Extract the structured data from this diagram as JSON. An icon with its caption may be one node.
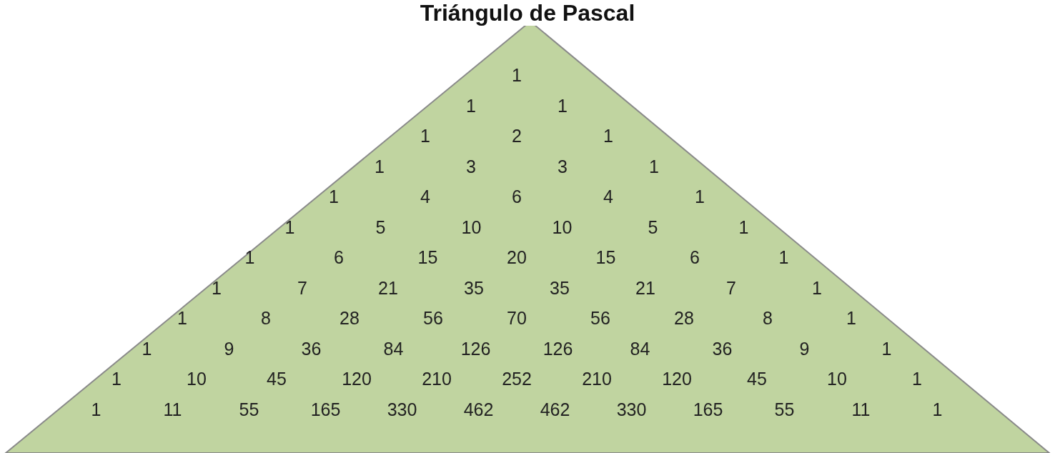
{
  "diagram": {
    "title": "Triángulo de Pascal",
    "labels": [
      "1",
      "1",
      "1",
      "1",
      "2",
      "1",
      "1",
      "3",
      "3",
      "1",
      "1",
      "4",
      "6",
      "4",
      "1",
      "1",
      "5",
      "10",
      "10",
      "5",
      "1",
      "1",
      "6",
      "15",
      "20",
      "15",
      "6",
      "1",
      "1",
      "7",
      "21",
      "35",
      "35",
      "21",
      "7",
      "1",
      "1",
      "8",
      "28",
      "56",
      "70",
      "56",
      "28",
      "8",
      "1",
      "1",
      "9",
      "36",
      "84",
      "126",
      "126",
      "84",
      "36",
      "9",
      "1",
      "1",
      "10",
      "45",
      "120",
      "210",
      "252",
      "210",
      "120",
      "45",
      "10",
      "1",
      "1",
      "11",
      "55",
      "165",
      "330",
      "462",
      "462",
      "330",
      "165",
      "55",
      "11",
      "1"
    ]
  }
}
